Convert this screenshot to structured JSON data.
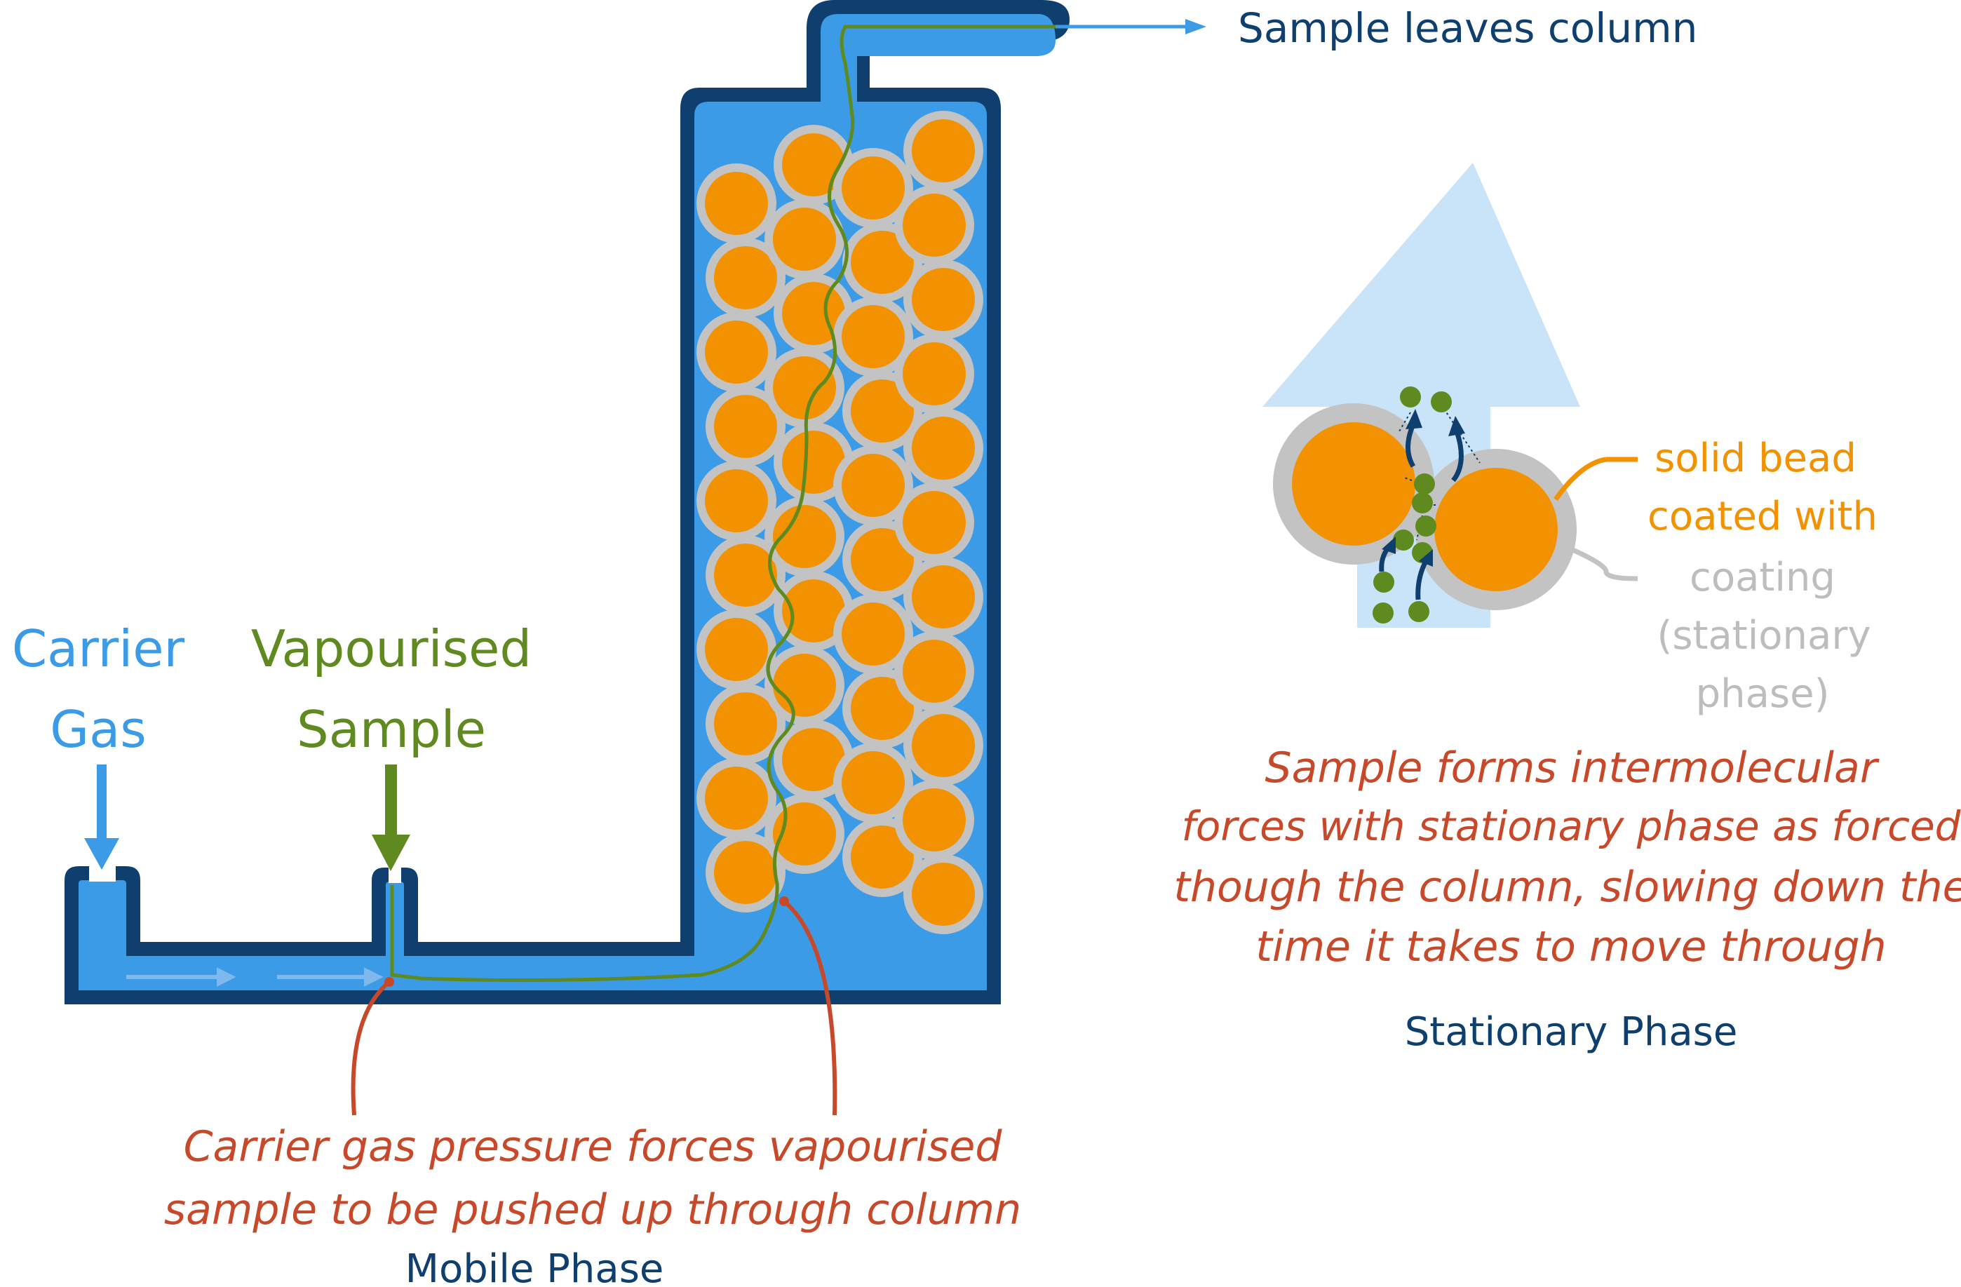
{
  "labels": {
    "carrier_gas_line1": "Carrier",
    "carrier_gas_line2": "Gas",
    "vapourised_line1": "Vapourised",
    "vapourised_line2": "Sample",
    "sample_leaves": "Sample leaves column",
    "carrier_pressure_line1": "Carrier gas pressure forces vapourised",
    "carrier_pressure_line2": "sample to be pushed up through column",
    "mobile_phase": "Mobile Phase",
    "solid_bead_line1": "solid bead",
    "solid_bead_line2": "coated with",
    "coating_line1": "coating",
    "coating_line2": "(stationary",
    "coating_line3": "phase)",
    "imf_line1": "Sample forms intermolecular",
    "imf_line2": "forces with stationary phase as forced",
    "imf_line3": "though the column, slowing down the",
    "imf_line4": "time it takes to move through",
    "stationary_phase": "Stationary Phase"
  },
  "colors": {
    "navy": "#0e3f6e",
    "column_blue": "#3b9be6",
    "light_blue": "#c9e3f8",
    "bead_orange": "#f29200",
    "bead_coat": "#c3c3c3",
    "sample_green": "#5e8a1f",
    "text_green": "#5e8a1f",
    "text_red": "#c8482a",
    "text_orange": "#f29200",
    "text_grey": "#bdbdbd"
  }
}
